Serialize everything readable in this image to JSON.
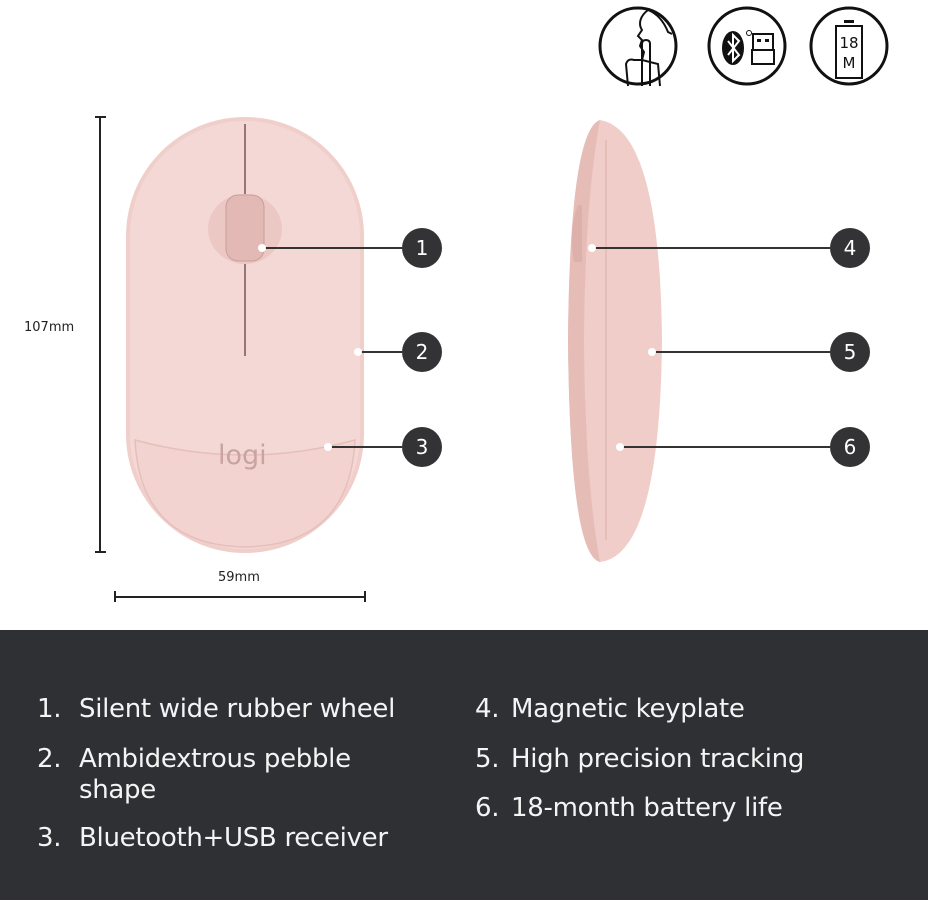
{
  "icons": [
    {
      "name": "silent-click-icon"
    },
    {
      "name": "bluetooth-usb-receiver-icon"
    },
    {
      "name": "battery-18-months-icon",
      "label_top": "18",
      "label_bottom": "M"
    }
  ],
  "dimensions": {
    "height": "107mm",
    "width": "59mm"
  },
  "product": {
    "logo": "logi",
    "color": "#f2d4d1"
  },
  "callouts": [
    "1",
    "2",
    "3",
    "4",
    "5",
    "6"
  ],
  "features": [
    {
      "num": "1.",
      "text": "Silent wide rubber wheel"
    },
    {
      "num": "2.",
      "text": "Ambidextrous pebble shape"
    },
    {
      "num": "3.",
      "text": "Bluetooth+USB receiver"
    },
    {
      "num": "4.",
      "text": "Magnetic keyplate"
    },
    {
      "num": "5.",
      "text": "High precision tracking"
    },
    {
      "num": "6.",
      "text": "18-month battery life"
    }
  ],
  "colors": {
    "panel": "#2f3033",
    "badge": "#333335",
    "pink": "#f2d4d1"
  }
}
